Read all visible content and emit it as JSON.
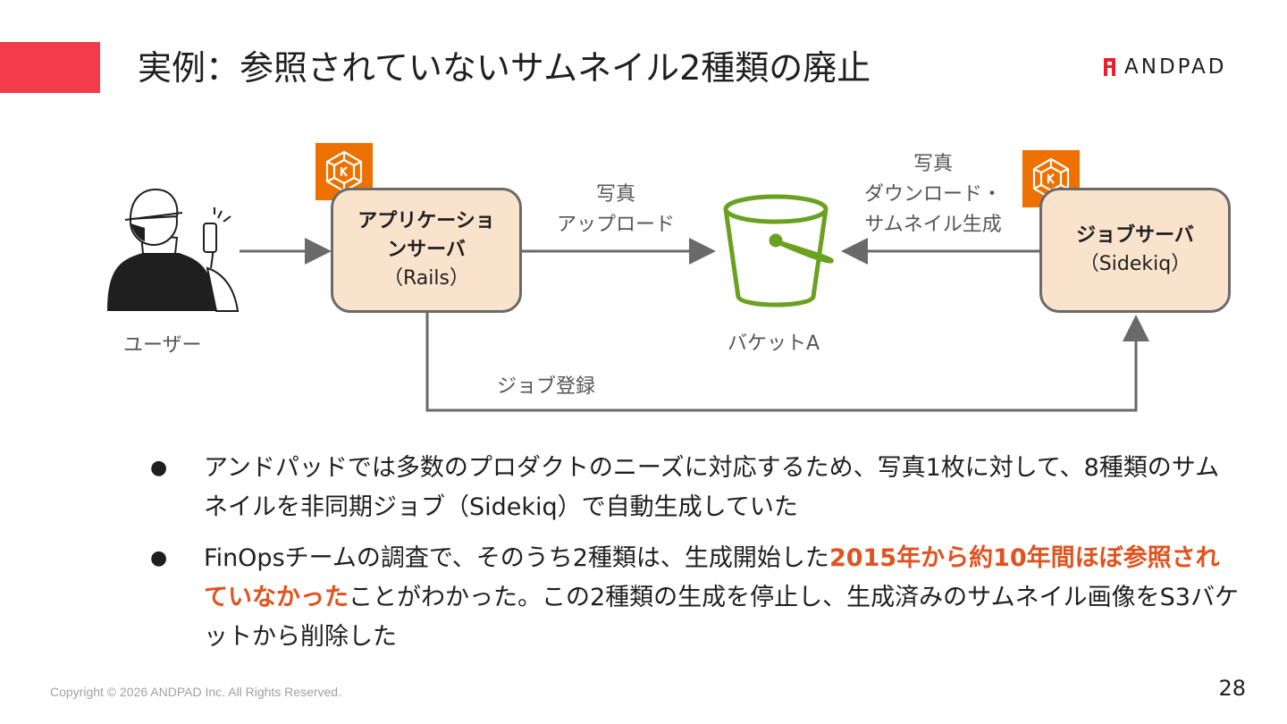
{
  "header": {
    "title": "実例：参照されていないサムネイル2種類の廃止",
    "logo_text": "ANDPAD"
  },
  "diagram": {
    "user": {
      "label": "ユーザー"
    },
    "app_server": {
      "title_line1": "アプリケーショ",
      "title_line2": "ンサーバ",
      "sub": "（Rails）",
      "icon": "kubernetes-icon"
    },
    "bucket": {
      "label": "バケットA",
      "icon": "s3-bucket-icon"
    },
    "job_server": {
      "title": "ジョブサーバ",
      "sub": "（Sidekiq）",
      "icon": "kubernetes-icon"
    },
    "edges": {
      "upload": {
        "line1": "写真",
        "line2": "アップロード"
      },
      "download": {
        "line1": "写真",
        "line2": "ダウンロード・",
        "line3": "サムネイル生成"
      },
      "enqueue": {
        "label": "ジョブ登録"
      }
    }
  },
  "bullets": [
    {
      "text": "アンドパッドでは多数のプロダクトのニーズに対応するため、写真1枚に対して、8種類のサムネイルを非同期ジョブ（Sidekiq）で自動生成していた"
    },
    {
      "pre": "FinOpsチームの調査で、そのうち2種類は、生成開始した",
      "highlight": "2015年から約10年間ほぼ参照されていなかった",
      "post": "ことがわかった。この2種類の生成を停止し、生成済みのサムネイル画像をS3バケットから削除した"
    }
  ],
  "footer": {
    "copyright": "Copyright © 2026 ANDPAD Inc. All Rights Reserved.",
    "page_number": "28"
  },
  "colors": {
    "accent": "#f23b4c",
    "node_fill": "#fae3cc",
    "highlight": "#e0531f",
    "k8s": "#ed7100",
    "bucket": "#6aa121"
  }
}
